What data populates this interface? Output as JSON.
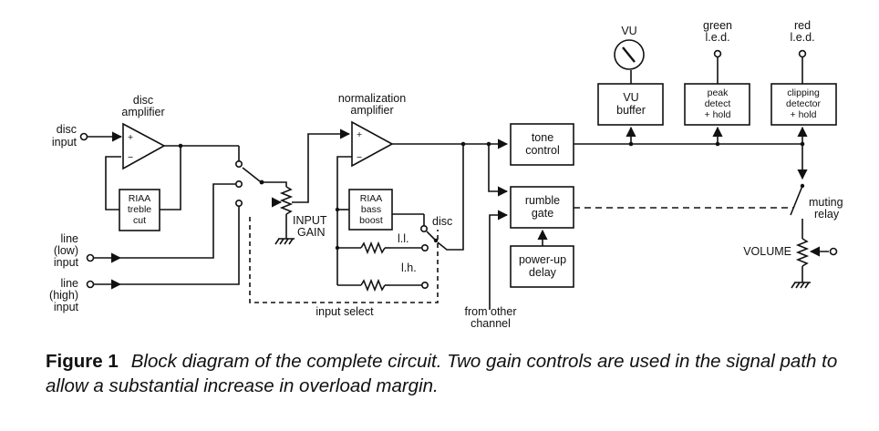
{
  "labels": {
    "disc_input": [
      "disc",
      "input"
    ],
    "disc_amplifier": [
      "disc",
      "amplifier"
    ],
    "riaa_treble": [
      "RIAA",
      "treble",
      "cut"
    ],
    "line_low_input": [
      "line",
      "(low)",
      "input"
    ],
    "line_high_input": [
      "line",
      "(high)",
      "input"
    ],
    "input_gain": [
      "INPUT",
      "GAIN"
    ],
    "normalization_amplifier": [
      "normalization",
      "amplifier"
    ],
    "riaa_bass": [
      "RIAA",
      "bass",
      "boost"
    ],
    "disc_switch": "disc",
    "ll": "l.l.",
    "lh": "l.h.",
    "input_select": "input select",
    "from_other_channel": [
      "from other",
      "channel"
    ],
    "tone_control": [
      "tone",
      "control"
    ],
    "rumble_gate": [
      "rumble",
      "gate"
    ],
    "power_up_delay": [
      "power-up",
      "delay"
    ],
    "vu_meter": "VU",
    "vu_buffer": [
      "VU",
      "buffer"
    ],
    "green_led": [
      "green",
      "l.e.d."
    ],
    "peak_detect": [
      "peak",
      "detect",
      "+ hold"
    ],
    "red_led": [
      "red",
      "l.e.d."
    ],
    "clipping_detector": [
      "clipping",
      "detector",
      "+ hold"
    ],
    "muting_relay": [
      "muting",
      "relay"
    ],
    "volume": "VOLUME",
    "op_plus": "+",
    "op_minus": "−"
  },
  "caption": {
    "label": "Figure 1",
    "text": "Block diagram of the complete circuit. Two gain controls are used in the signal path to allow a substantial increase in overload margin."
  }
}
